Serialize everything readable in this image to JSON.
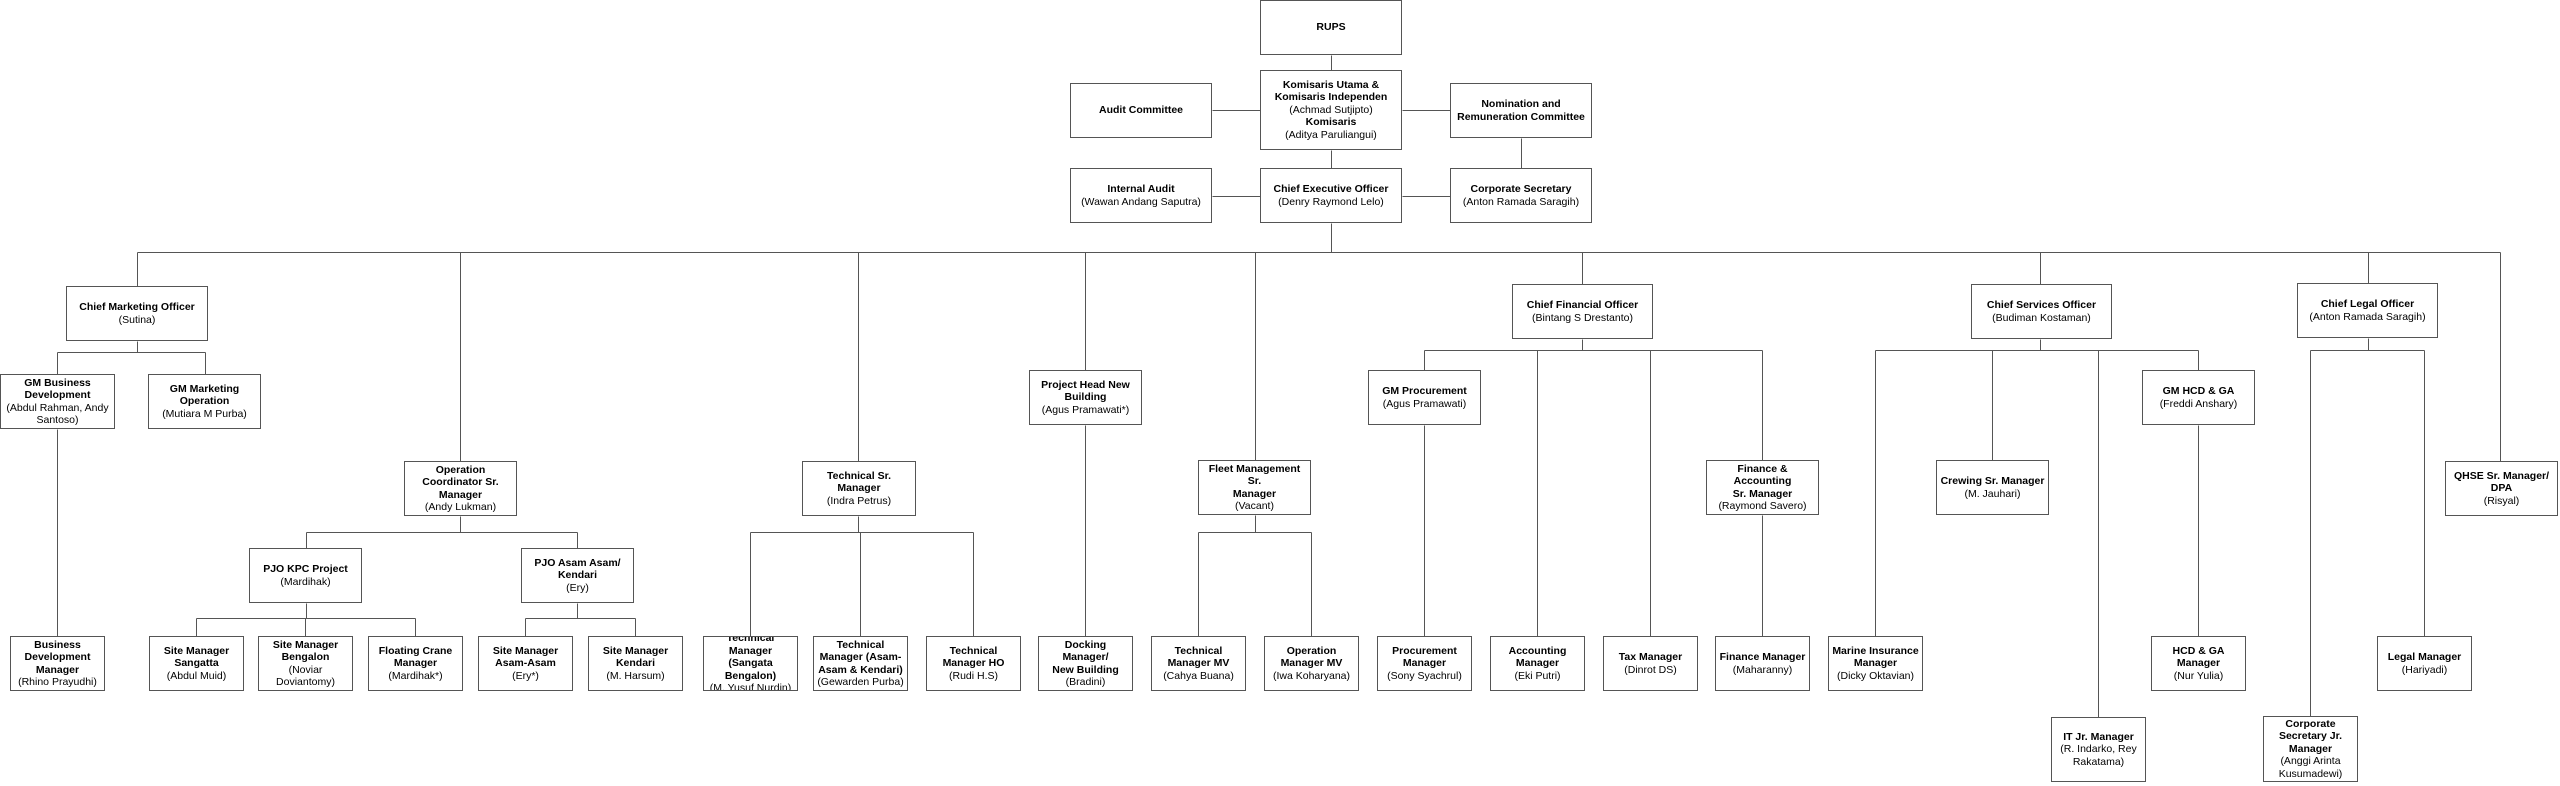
{
  "nodes": {
    "rups": {
      "title": "RUPS",
      "name": ""
    },
    "board": {
      "title": "Komisaris Utama &\nKomisaris Independen",
      "name": "(Achmad Sutjipto)",
      "title2": "Komisaris",
      "name2": "(Aditya Paruliangui)"
    },
    "audit_committee": {
      "title": "Audit Committee",
      "name": ""
    },
    "nomination": {
      "title": "Nomination and\nRemuneration Committee",
      "name": ""
    },
    "internal_audit": {
      "title": "Internal Audit",
      "name": "(Wawan Andang Saputra)"
    },
    "ceo": {
      "title": "Chief Executive Officer",
      "name": "(Denry Raymond Lelo)"
    },
    "corp_secretary": {
      "title": "Corporate Secretary",
      "name": "(Anton Ramada Saragih)"
    },
    "cmo": {
      "title": "Chief Marketing Officer",
      "name": "(Sutina)"
    },
    "gm_bizdev": {
      "title": "GM Business\nDevelopment",
      "name": "(Abdul Rahman, Andy\nSantoso)"
    },
    "gm_mkt_op": {
      "title": "GM Marketing\nOperation",
      "name": "(Mutiara M Purba)"
    },
    "bizdev_mgr": {
      "title": "Business\nDevelopment\nManager",
      "name": "(Rhino Prayudhi)"
    },
    "op_coord": {
      "title": "Operation\nCoordinator Sr.\nManager",
      "name": "(Andy Lukman)"
    },
    "pjo_kpc": {
      "title": "PJO KPC Project",
      "name": "(Mardihak)"
    },
    "pjo_asam": {
      "title": "PJO Asam Asam/\nKendari",
      "name": "(Ery)"
    },
    "sm_sangatta": {
      "title": "Site Manager\nSangatta",
      "name": "(Abdul Muid)"
    },
    "sm_bengalon": {
      "title": "Site Manager\nBengalon",
      "name": "(Noviar\nDoviantomy)"
    },
    "floating_crane": {
      "title": "Floating Crane\nManager",
      "name": "(Mardihak*)"
    },
    "sm_asam": {
      "title": "Site Manager\nAsam-Asam",
      "name": "(Ery*)"
    },
    "sm_kendari": {
      "title": "Site Manager\nKendari",
      "name": "(M. Harsum)"
    },
    "tech_sr": {
      "title": "Technical Sr. Manager",
      "name": "(Indra Petrus)"
    },
    "tech_sangatta": {
      "title": "Technical\nManager (Sangata\nBengalon)",
      "name": "(M. Yusuf Nurdin)"
    },
    "tech_asam": {
      "title": "Technical\nManager (Asam-\nAsam & Kendari)",
      "name": "(Gewarden Purba)"
    },
    "tech_ho": {
      "title": "Technical\nManager HO",
      "name": "(Rudi H.S)"
    },
    "project_head": {
      "title": "Project Head New\nBuilding",
      "name": "(Agus Pramawati*)"
    },
    "docking": {
      "title": "Docking Manager/\nNew Building",
      "name": "(Bradini)"
    },
    "fleet_sr": {
      "title": "Fleet Management  Sr.\nManager",
      "name": "(Vacant)"
    },
    "tech_mv": {
      "title": "Technical\nManager MV",
      "name": "(Cahya Buana)"
    },
    "op_mv": {
      "title": "Operation\nManager MV",
      "name": "(Iwa Koharyana)"
    },
    "cfo": {
      "title": "Chief Financial Officer",
      "name": "(Bintang S Drestanto)"
    },
    "gm_procurement": {
      "title": "GM Procurement",
      "name": "(Agus Pramawati)"
    },
    "procurement_mgr": {
      "title": "Procurement\nManager",
      "name": "(Sony Syachrul)"
    },
    "accounting_mgr": {
      "title": "Accounting\nManager",
      "name": "(Eki Putri)"
    },
    "tax_mgr": {
      "title": "Tax Manager",
      "name": "(Dinrot DS)"
    },
    "fin_acc_sr": {
      "title": "Finance & Accounting\nSr. Manager",
      "name": "(Raymond Savero)"
    },
    "finance_mgr": {
      "title": "Finance Manager",
      "name": "(Maharanny)"
    },
    "cso": {
      "title": "Chief Services Officer",
      "name": "(Budiman Kostaman)"
    },
    "marine_ins": {
      "title": "Marine Insurance\nManager",
      "name": "(Dicky Oktavian)"
    },
    "crewing": {
      "title": "Crewing  Sr. Manager",
      "name": "(M. Jauhari)"
    },
    "it_jr": {
      "title": "IT Jr. Manager",
      "name": "(R. Indarko, Rey\nRakatama)"
    },
    "gm_hcd": {
      "title": "GM HCD & GA",
      "name": "(Freddi Anshary)"
    },
    "hcd_mgr": {
      "title": "HCD & GA\nManager",
      "name": "(Nur Yulia)"
    },
    "clo": {
      "title": "Chief Legal Officer",
      "name": "(Anton Ramada Saragih)"
    },
    "corp_sec_jr": {
      "title": "Corporate\nSecretary Jr.\nManager",
      "name": "(Anggi Arinta\nKusumadewi)"
    },
    "legal_mgr": {
      "title": "Legal Manager",
      "name": "(Hariyadi)"
    },
    "qhse": {
      "title": "QHSE  Sr. Manager/\nDPA",
      "name": "(Risyal)"
    }
  }
}
